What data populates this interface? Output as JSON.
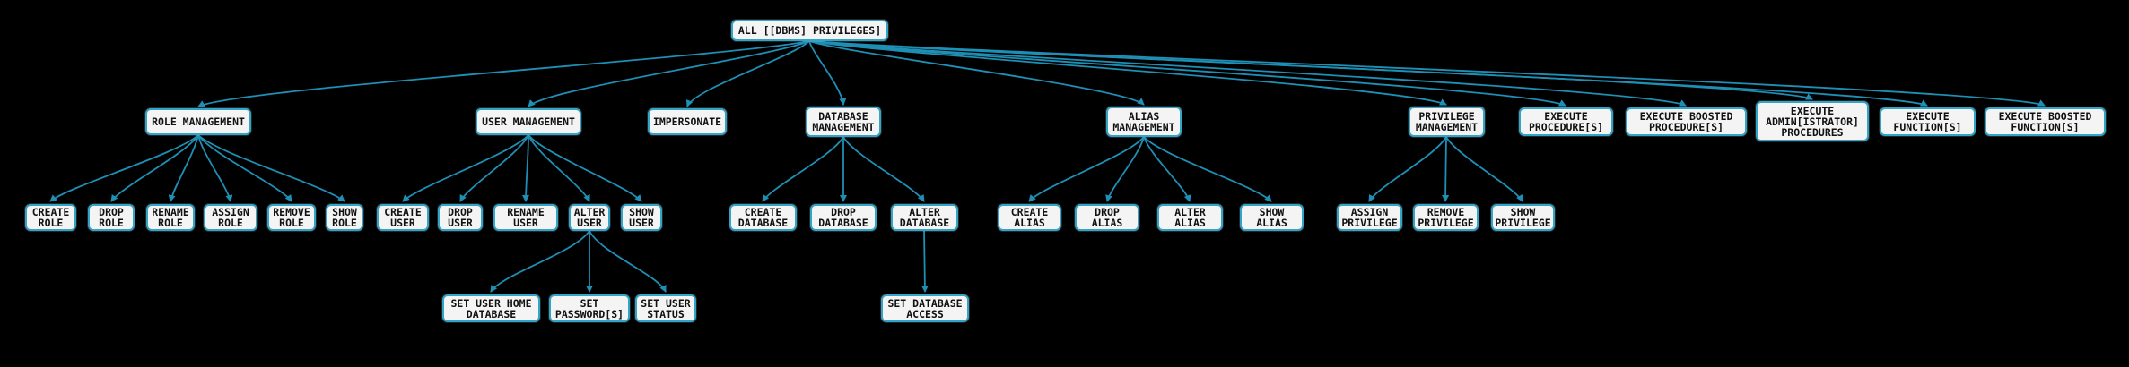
{
  "colors": {
    "background": "#000000",
    "edge": "#1e8fb5",
    "node_border": "#31a5c9",
    "node_fill": "#f4f4f4",
    "node_text": "#111111"
  },
  "tree": {
    "root": {
      "label": "ALL [[DBMS] PRIVILEGES]",
      "children": [
        {
          "label": "ROLE MANAGEMENT",
          "children": [
            {
              "label": "CREATE ROLE"
            },
            {
              "label": "DROP ROLE"
            },
            {
              "label": "RENAME ROLE"
            },
            {
              "label": "ASSIGN ROLE"
            },
            {
              "label": "REMOVE ROLE"
            },
            {
              "label": "SHOW ROLE"
            }
          ]
        },
        {
          "label": "USER MANAGEMENT",
          "children": [
            {
              "label": "CREATE USER"
            },
            {
              "label": "DROP USER"
            },
            {
              "label": "RENAME USER"
            },
            {
              "label": "ALTER USER",
              "children": [
                {
                  "label": "SET USER HOME DATABASE"
                },
                {
                  "label": "SET PASSWORD[S]"
                },
                {
                  "label": "SET USER STATUS"
                }
              ]
            },
            {
              "label": "SHOW USER"
            }
          ]
        },
        {
          "label": "IMPERSONATE"
        },
        {
          "label": "DATABASE MANAGEMENT",
          "children": [
            {
              "label": "CREATE DATABASE"
            },
            {
              "label": "DROP DATABASE"
            },
            {
              "label": "ALTER DATABASE",
              "children": [
                {
                  "label": "SET DATABASE ACCESS"
                }
              ]
            }
          ]
        },
        {
          "label": "ALIAS MANAGEMENT",
          "children": [
            {
              "label": "CREATE ALIAS"
            },
            {
              "label": "DROP ALIAS"
            },
            {
              "label": "ALTER ALIAS"
            },
            {
              "label": "SHOW ALIAS"
            }
          ]
        },
        {
          "label": "PRIVILEGE MANAGEMENT",
          "children": [
            {
              "label": "ASSIGN PRIVILEGE"
            },
            {
              "label": "REMOVE PRIVILEGE"
            },
            {
              "label": "SHOW PRIVILEGE"
            }
          ]
        },
        {
          "label": "EXECUTE PROCEDURE[S]"
        },
        {
          "label": "EXECUTE BOOSTED PROCEDURE[S]"
        },
        {
          "label": "EXECUTE ADMIN[ISTRATOR] PROCEDURES"
        },
        {
          "label": "EXECUTE FUNCTION[S]"
        },
        {
          "label": "EXECUTE BOOSTED FUNCTION[S]"
        }
      ]
    }
  }
}
